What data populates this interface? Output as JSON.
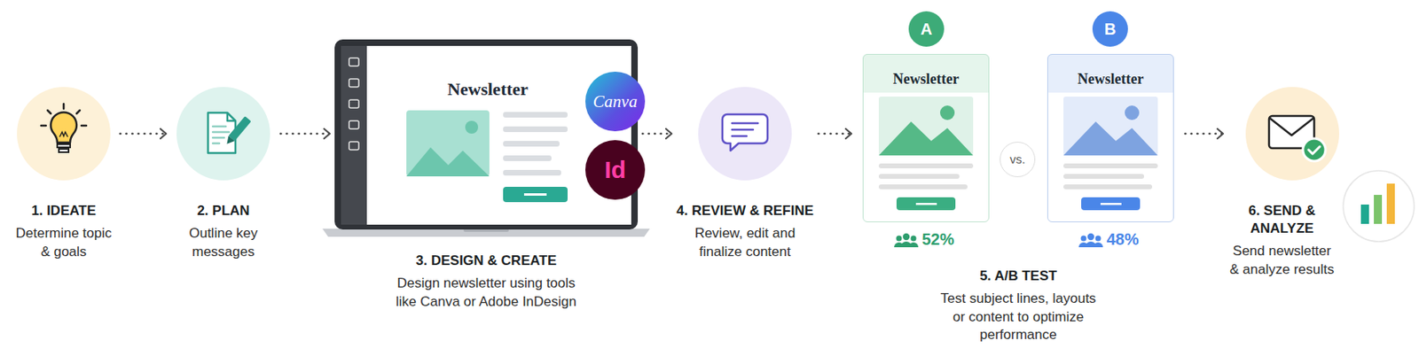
{
  "diagram": {
    "nodes": [
      {
        "text": [
          "1. IDEATE",
          "Determine topic & goals"
        ]
      },
      {
        "text": [
          "2. PLAN",
          "Outline key messages"
        ]
      },
      {
        "text": [
          "3. DESIGN & CREATE",
          "Design newsletter using tools like Canva or Adobe InDesign"
        ]
      },
      {
        "text": [
          "Newsletter"
        ],
        "in": 2
      },
      {
        "text": [
          "Canva"
        ],
        "in": 2
      },
      {
        "text": [
          "Id"
        ],
        "in": 2
      },
      {
        "text": [
          "4. REVIEW & REFINE",
          "Review, edit and finalize content"
        ]
      },
      {
        "text": [
          "5. A/B TEST",
          "Test subject lines, layouts or content to optimize performance"
        ]
      },
      {
        "text": [
          "A"
        ],
        "in": 7
      },
      {
        "text": [
          "Newsletter",
          "52%"
        ],
        "in": 7
      },
      {
        "text": [
          "vs."
        ],
        "in": 7
      },
      {
        "text": [
          "B"
        ],
        "in": 7
      },
      {
        "text": [
          "Newsletter",
          "48%"
        ],
        "in": 7
      },
      {
        "text": [
          "6. SEND & ANALYZE",
          "Send newsletter & analyze results"
        ]
      }
    ],
    "edges": [
      {
        "from": 0,
        "to": 1,
        "arrow": "to"
      },
      {
        "from": 1,
        "to": 2,
        "arrow": "to"
      },
      {
        "from": 2,
        "to": 6,
        "arrow": "to"
      },
      {
        "from": 6,
        "to": 7,
        "arrow": "to"
      },
      {
        "from": 7,
        "to": 13,
        "arrow": "to"
      }
    ]
  }
}
